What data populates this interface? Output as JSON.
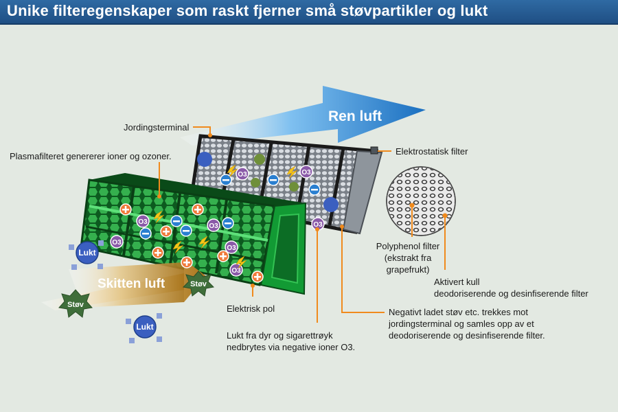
{
  "header": {
    "title": "Unike filteregenskaper som raskt fjerner små støvpartikler og lukt"
  },
  "arrows": {
    "clean_air": "Ren luft",
    "dirty_air": "Skitten luft"
  },
  "particles": {
    "odor": "Lukt",
    "dust": "Støv",
    "ozone": "O3"
  },
  "labels": {
    "ground_terminal": "Jordingsterminal",
    "plasma_filter": "Plasmafilteret genererer ioner og ozoner.",
    "electrostatic_filter": "Elektrostatisk filter",
    "polyphenol_line1": "Polyphenol filter",
    "polyphenol_line2": "(ekstrakt fra",
    "polyphenol_line3": "grapefrukt)",
    "charcoal_line1": "Aktivert kull",
    "charcoal_line2": "deodoriserende og desinfiserende filter",
    "electric_pole": "Elektrisk pol",
    "odor_line1": "Lukt fra dyr og sigarettrøyk",
    "odor_line2": "nedbrytes via negative ioner O3.",
    "dust_line1": "Negativt ladet støv etc. trekkes mot",
    "dust_line2": "jordingsterminal og samles opp av et",
    "dust_line3": "deodoriserende og desinfiserende filter."
  },
  "colors": {
    "header": "#2466a4",
    "filter_green": "#1f9a3a",
    "leader_orange": "#f08a1c",
    "clean_arrow": "#1f78c8",
    "dirty_arrow": "#b68a2a",
    "positive_ion": "#f07a3a",
    "negative_ion": "#2a7fd0",
    "ozone": "#8a5aa8"
  }
}
